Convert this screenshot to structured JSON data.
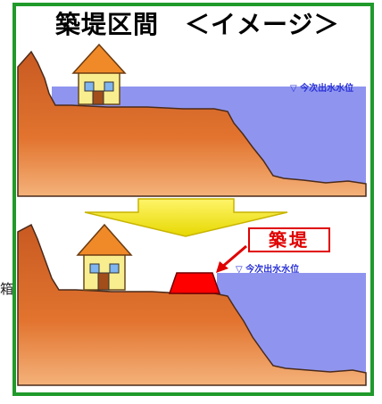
{
  "title": "築堤区間　＜イメージ＞",
  "side_char": "箱",
  "upper_scene": {
    "water_level_label": "▽ 今次出水水位"
  },
  "lower_scene": {
    "water_level_label": "▽ 今次出水水位",
    "levee_label": "築堤"
  },
  "colors": {
    "frame": "#1f9a2b",
    "ground": "#d3662a",
    "water": "#8f95ef",
    "levee": "#ff0000",
    "arrow": "#f2ee00",
    "label_red": "#e00000"
  }
}
